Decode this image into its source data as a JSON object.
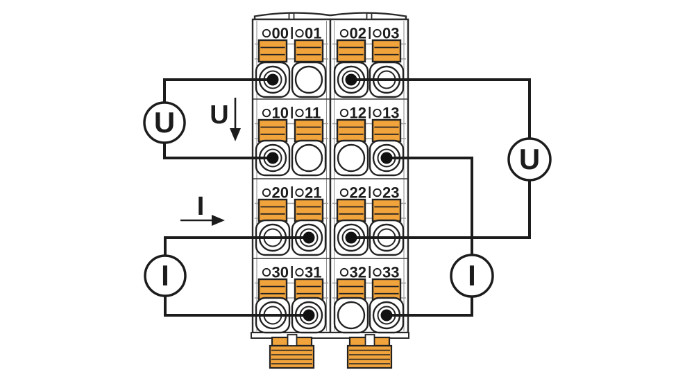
{
  "colors": {
    "orange": "#F1A33C",
    "line": "#1C1C1C"
  },
  "module": {
    "rows": [
      {
        "cells": [
          "00",
          "01",
          "02",
          "03"
        ]
      },
      {
        "cells": [
          "10",
          "11",
          "12",
          "13"
        ]
      },
      {
        "cells": [
          "20",
          "21",
          "22",
          "23"
        ]
      },
      {
        "cells": [
          "30",
          "31",
          "32",
          "33"
        ]
      }
    ],
    "label_separator": "|"
  },
  "connections": {
    "voltage_left": {
      "label": "U",
      "terminals": [
        "00",
        "10"
      ]
    },
    "voltage_right": {
      "label": "U",
      "terminals": [
        "02",
        "22"
      ]
    },
    "current_left": {
      "label": "I",
      "terminals": [
        "21",
        "31"
      ]
    },
    "current_right": {
      "label": "I",
      "terminals": [
        "13",
        "33"
      ]
    }
  },
  "wire_pass_through": [
    "03",
    "20",
    "23",
    "30"
  ],
  "annotations": {
    "voltage": {
      "label": "U",
      "direction": "down"
    },
    "current": {
      "label": "I",
      "direction": "right"
    }
  }
}
